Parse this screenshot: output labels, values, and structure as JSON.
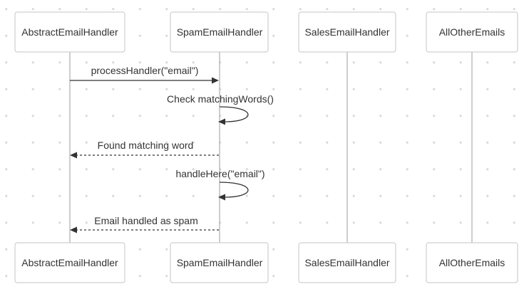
{
  "diagram": {
    "type": "sequence",
    "participants": [
      {
        "id": "abstract",
        "label": "AbstractEmailHandler"
      },
      {
        "id": "spam",
        "label": "SpamEmailHandler"
      },
      {
        "id": "sales",
        "label": "SalesEmailHandler"
      },
      {
        "id": "other",
        "label": "AllOtherEmails"
      }
    ],
    "messages": [
      {
        "from": "abstract",
        "to": "spam",
        "label": "processHandler(\"email\")",
        "kind": "sync"
      },
      {
        "from": "spam",
        "to": "spam",
        "label": "Check matchingWords()",
        "kind": "self"
      },
      {
        "from": "spam",
        "to": "abstract",
        "label": "Found matching word",
        "kind": "reply"
      },
      {
        "from": "spam",
        "to": "spam",
        "label": "handleHere(\"email\")",
        "kind": "self"
      },
      {
        "from": "spam",
        "to": "abstract",
        "label": "Email handled as spam",
        "kind": "reply"
      }
    ],
    "colors": {
      "line": "#333333",
      "lifeline": "#b8b8b8",
      "box_border": "#c6c6c6",
      "background_dots": "#d9d9d9"
    }
  }
}
